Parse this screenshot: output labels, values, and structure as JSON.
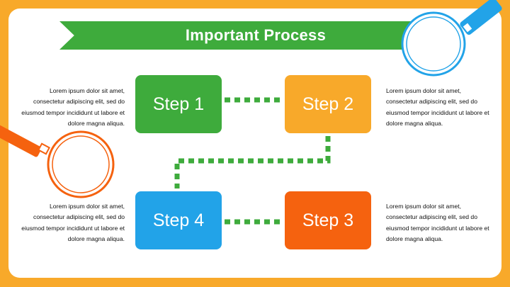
{
  "title": "Important Process",
  "steps": [
    {
      "label": "Step 1",
      "color": "#3eab3c",
      "description": "Lorem ipsum dolor sit amet, consectetur adipiscing elit, sed do eiusmod tempor incididunt ut labore et dolore magna aliqua."
    },
    {
      "label": "Step 2",
      "color": "#f8a92a",
      "description": "Lorem ipsum dolor sit amet, consectetur adipiscing elit, sed do eiusmod tempor incididunt ut labore et dolore magna aliqua."
    },
    {
      "label": "Step 3",
      "color": "#f5620f",
      "description": "Lorem ipsum dolor sit amet, consectetur adipiscing elit, sed do eiusmod tempor incididunt ut labore et dolore magna aliqua."
    },
    {
      "label": "Step 4",
      "color": "#22a3e8",
      "description": "Lorem ipsum dolor sit amet, consectetur adipiscing elit, sed do eiusmod tempor incididunt ut labore et dolore magna aliqua."
    }
  ],
  "colors": {
    "background": "#f8a92a",
    "banner": "#3eab3c",
    "connector": "#3eab3c",
    "magnifier_blue": "#22a3e8",
    "magnifier_orange": "#f5620f"
  },
  "icons": [
    "magnifying-glass-icon",
    "magnifying-glass-icon"
  ]
}
